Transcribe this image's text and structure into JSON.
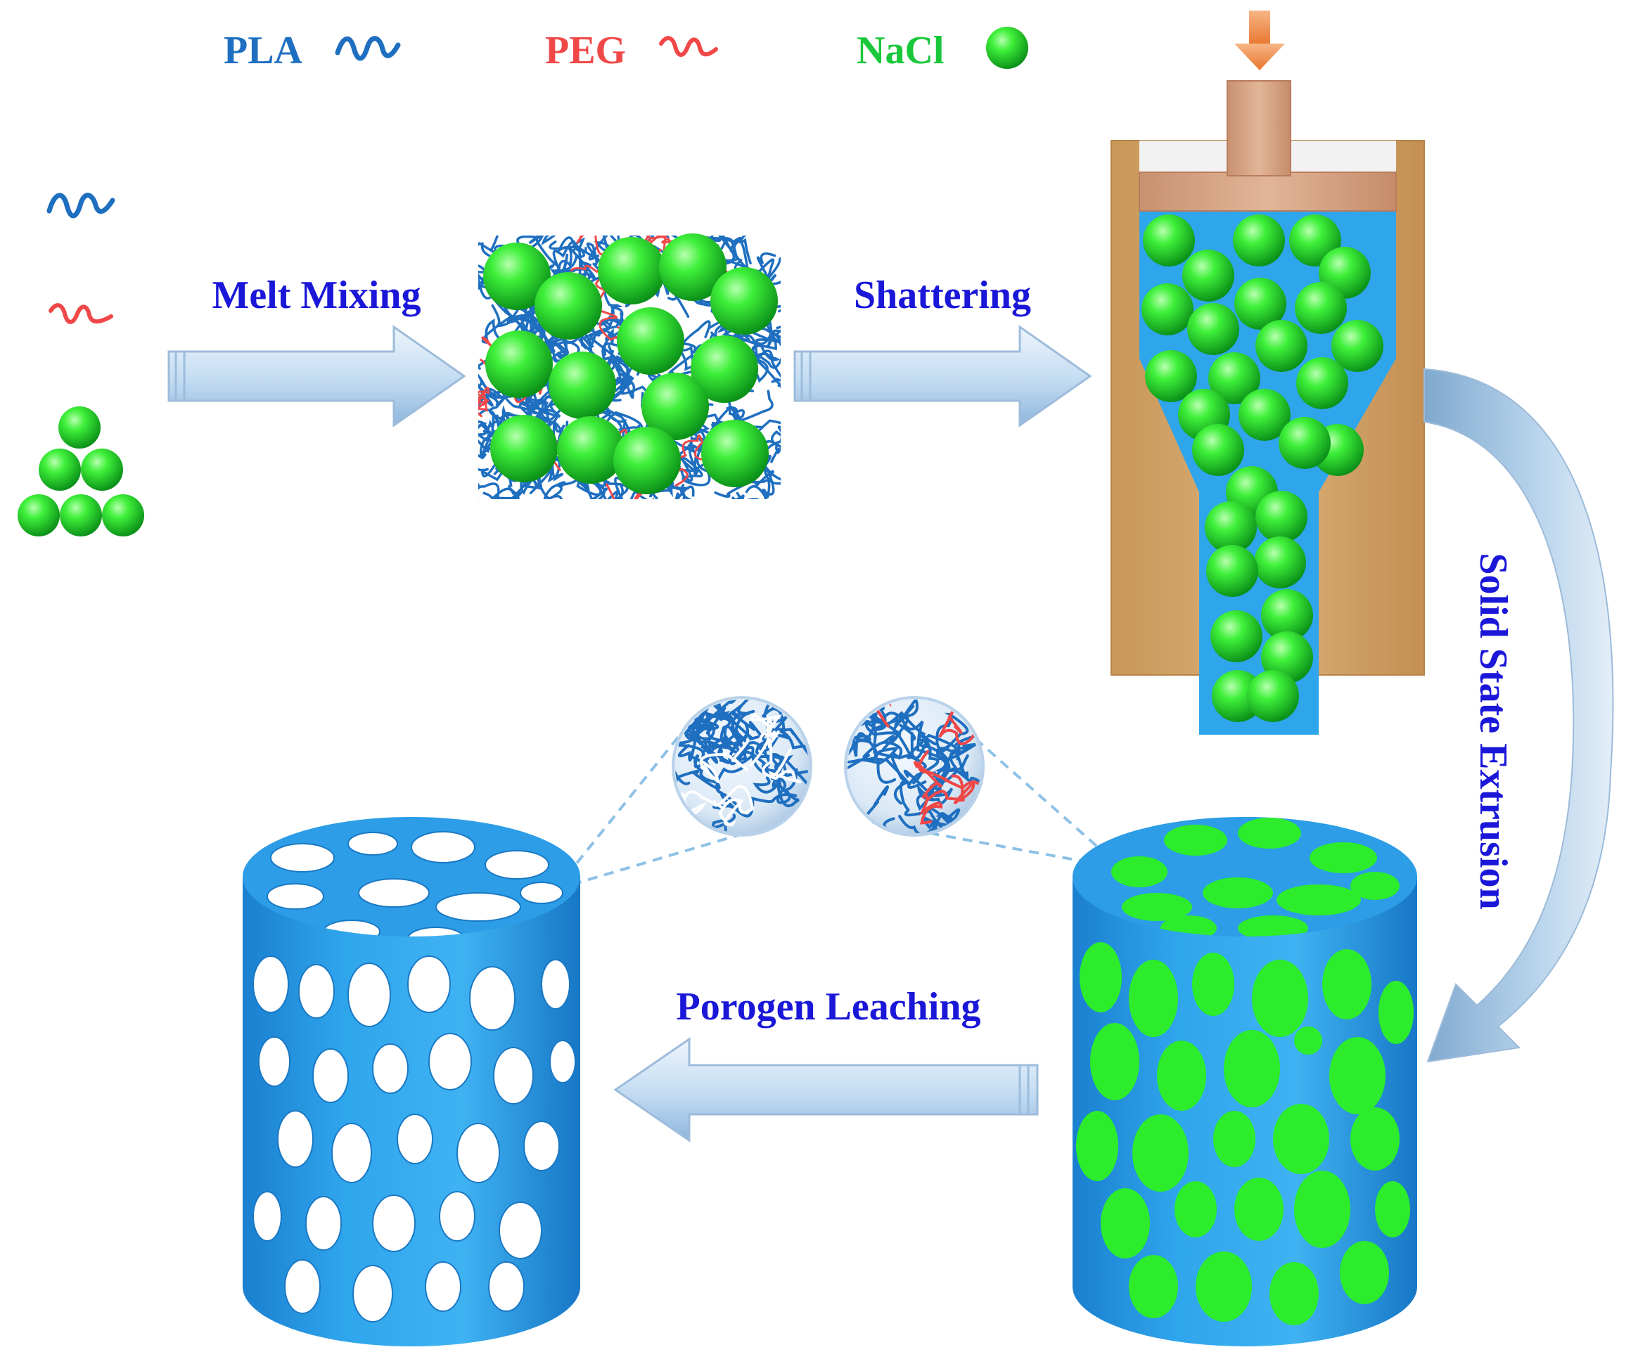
{
  "legend": {
    "pla": {
      "label": "PLA",
      "color": "#1f6fc0"
    },
    "peg": {
      "label": "PEG",
      "color": "#f04848"
    },
    "nacl": {
      "label": "NaCl",
      "color": "#19c83a"
    }
  },
  "steps": {
    "melt_mixing": "Melt Mixing",
    "shattering": "Shattering",
    "solid_state_extrusion": "Solid State Extrusion",
    "porogen_leaching": "Porogen Leaching"
  },
  "colors": {
    "step_label": "#1a17d8",
    "polymer_blue": "#2fa5ec",
    "nacl_green": "#27ea27",
    "barrel": "#d4a76a",
    "piston": "#d9a98c",
    "arrow_fill": "#c9dff2"
  },
  "icons": [
    "pla-chain-icon",
    "peg-chain-icon",
    "nacl-sphere-icon",
    "press-arrow-icon"
  ]
}
